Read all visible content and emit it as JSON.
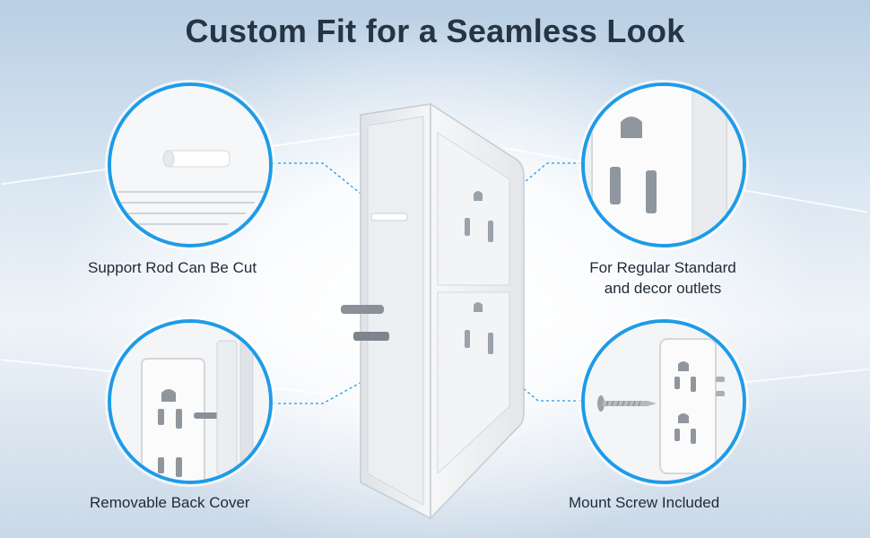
{
  "title": "Custom Fit for a Seamless Look",
  "features": {
    "support_rod": {
      "label": "Support Rod Can Be Cut"
    },
    "regular_outlets": {
      "label_line1": "For Regular Standard",
      "label_line2": "and decor outlets"
    },
    "back_cover": {
      "label": "Removable Back Cover"
    },
    "mount_screw": {
      "label": "Mount Screw Included"
    }
  },
  "colors": {
    "accent": "#1e9be8",
    "title": "#263545"
  }
}
